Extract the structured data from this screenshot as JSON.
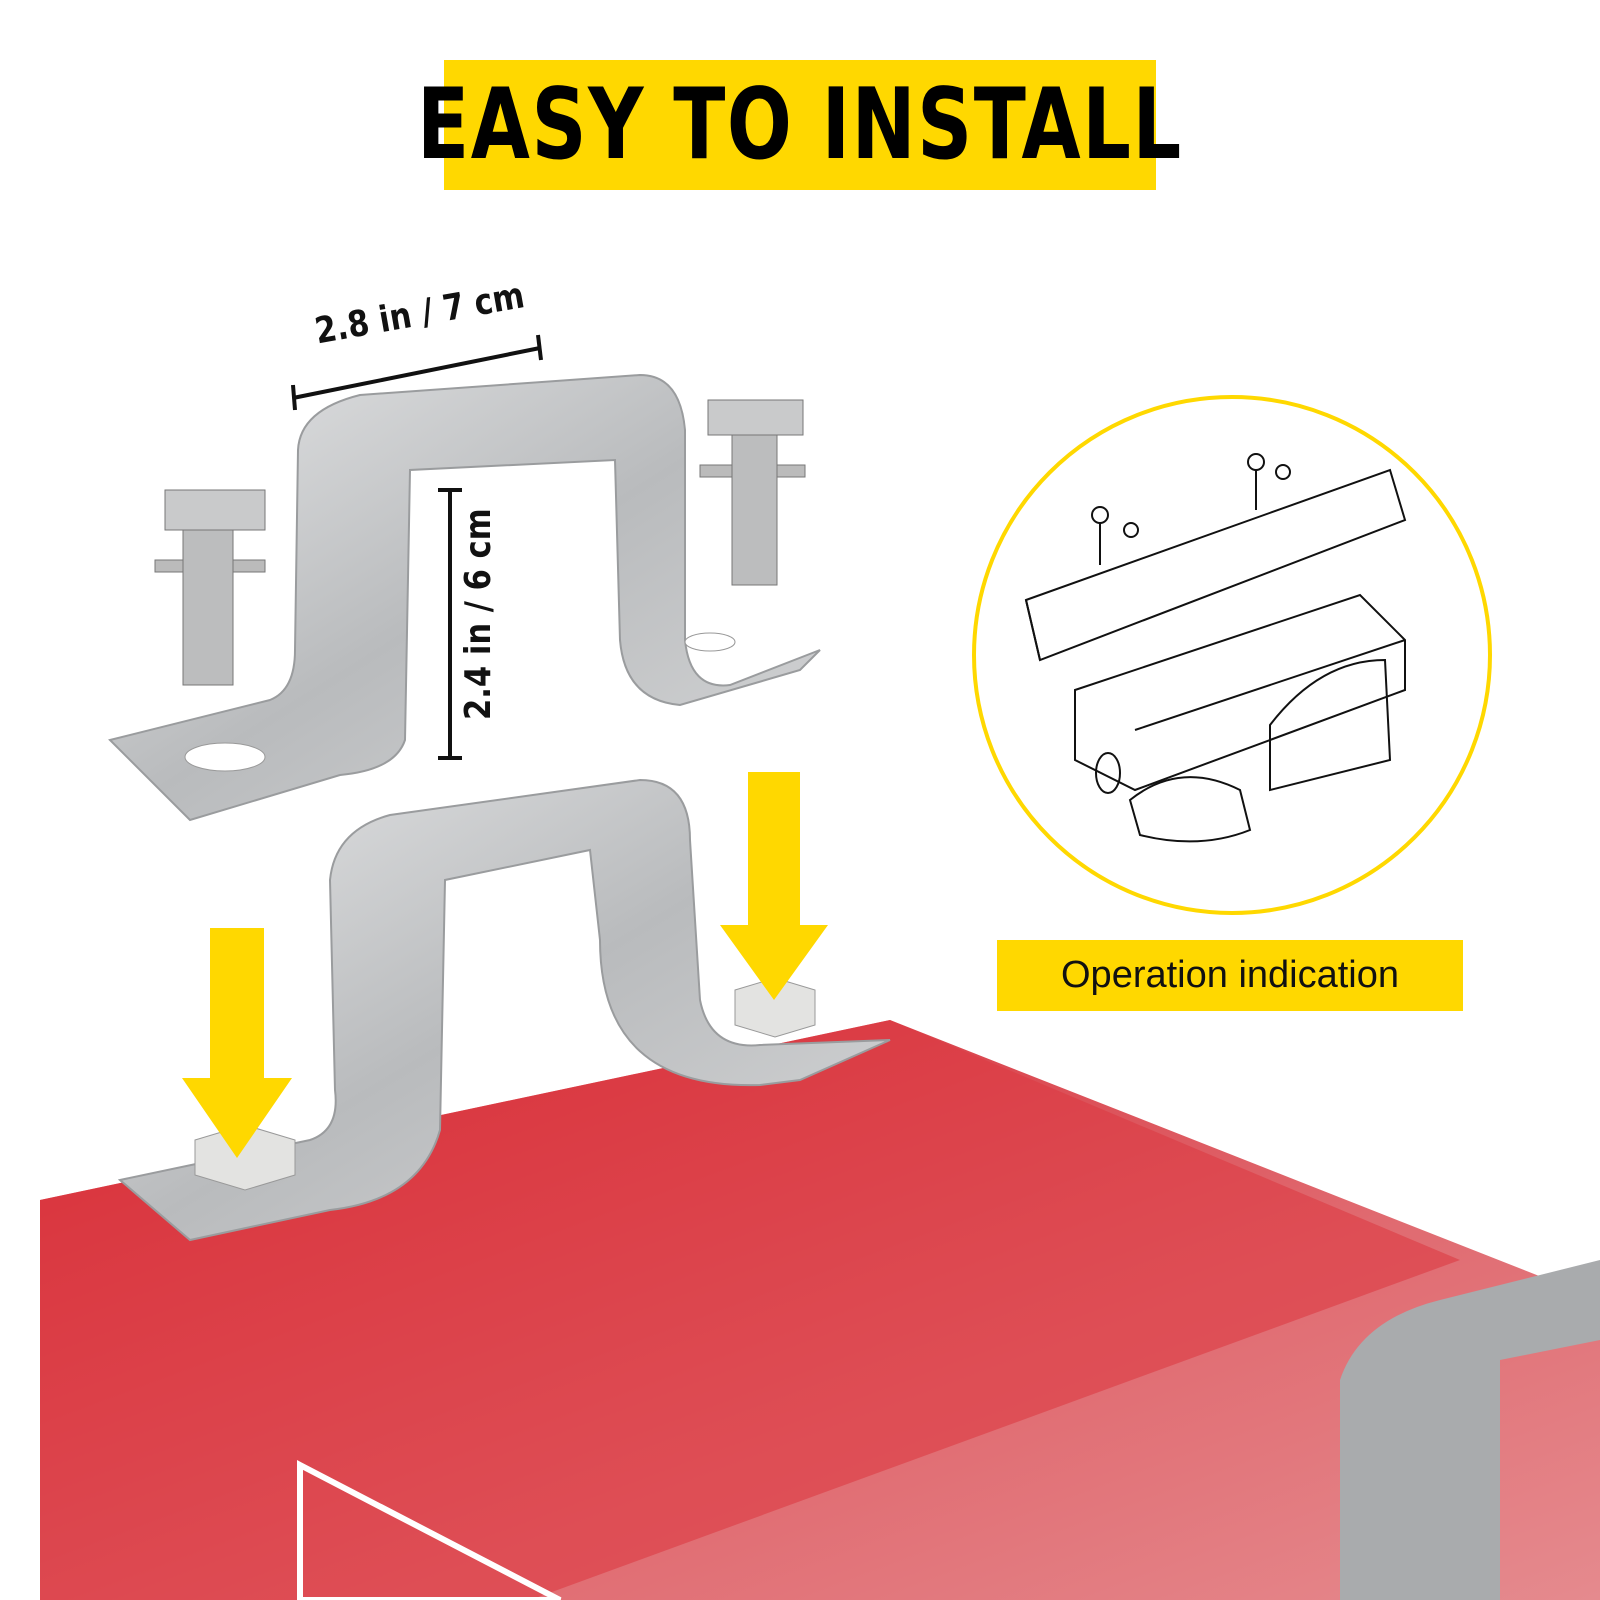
{
  "header": {
    "title": "EASY TO INSTALL"
  },
  "dimensions": {
    "width_label": "2.8 in / 7 cm",
    "height_label": "2.4 in / 6 cm"
  },
  "diagram": {
    "caption": "Operation indication"
  },
  "colors": {
    "accent_yellow": "#FFD800",
    "hoist_red": "#D9242E",
    "bracket_silver": "#BFC1C3"
  }
}
